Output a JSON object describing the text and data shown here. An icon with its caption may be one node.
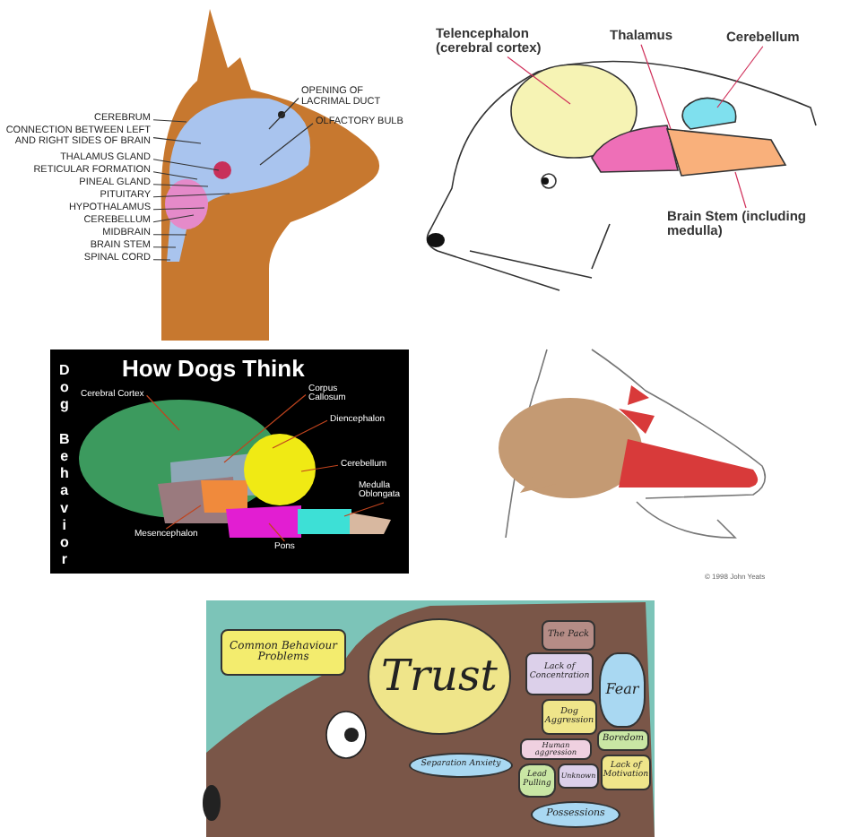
{
  "diagram": {
    "nodes": [
      {
        "text": [
          "CEREBRUM"
        ]
      },
      {
        "text": [
          "CONNECTION BETWEEN LEFT AND RIGHT SIDES OF BRAIN"
        ]
      },
      {
        "text": [
          "THALAMUS GLAND"
        ]
      },
      {
        "text": [
          "RETICULAR FORMATION"
        ]
      },
      {
        "text": [
          "PINEAL GLAND"
        ]
      },
      {
        "text": [
          "PITUITARY"
        ]
      },
      {
        "text": [
          "HYPOTHALAMUS"
        ]
      },
      {
        "text": [
          "CEREBELLUM"
        ]
      },
      {
        "text": [
          "MIDBRAIN"
        ]
      },
      {
        "text": [
          "BRAIN STEM"
        ]
      },
      {
        "text": [
          "SPINAL CORD"
        ]
      },
      {
        "text": [
          "OPENING OF LACRIMAL DUCT"
        ]
      },
      {
        "text": [
          "OLFACTORY BULB"
        ]
      },
      {
        "text": [
          "Telencephalon (cerebral cortex)"
        ]
      },
      {
        "text": [
          "Thalamus"
        ]
      },
      {
        "text": [
          "Cerebellum"
        ]
      },
      {
        "text": [
          "Brain Stem (including medulla)"
        ]
      },
      {
        "text": [
          "Cerebral Cortex"
        ]
      },
      {
        "text": [
          "Corpus Callosum"
        ]
      },
      {
        "text": [
          "Diencephalon"
        ]
      },
      {
        "text": [
          "Cerebellum"
        ]
      },
      {
        "text": [
          "Medulla Oblongata"
        ]
      },
      {
        "text": [
          "Mesencephalon"
        ]
      },
      {
        "text": [
          "Pons"
        ]
      },
      {
        "text": [
          "Common Behaviour Problems"
        ]
      },
      {
        "text": [
          "Trust"
        ]
      },
      {
        "text": [
          "The Pack"
        ]
      },
      {
        "text": [
          "Lack of Concentration"
        ]
      },
      {
        "text": [
          "Fear"
        ]
      },
      {
        "text": [
          "Dog Aggression"
        ]
      },
      {
        "text": [
          "Separation Anxiety"
        ]
      },
      {
        "text": [
          "Boredom"
        ]
      },
      {
        "text": [
          "Human aggression"
        ]
      },
      {
        "text": [
          "Lack of Motivation"
        ]
      },
      {
        "text": [
          "Lead Pulling"
        ]
      },
      {
        "text": [
          "Unknown"
        ]
      },
      {
        "text": [
          "Possessions"
        ]
      }
    ],
    "edges": [
      {
        "from": 0,
        "to": null,
        "arrow": "none"
      },
      {
        "from": 1,
        "to": null,
        "arrow": "none"
      },
      {
        "from": 2,
        "to": null,
        "arrow": "none"
      },
      {
        "from": 3,
        "to": null,
        "arrow": "none"
      },
      {
        "from": 4,
        "to": null,
        "arrow": "none"
      },
      {
        "from": 5,
        "to": null,
        "arrow": "none"
      },
      {
        "from": 6,
        "to": null,
        "arrow": "none"
      },
      {
        "from": 7,
        "to": null,
        "arrow": "none"
      },
      {
        "from": 8,
        "to": null,
        "arrow": "none"
      },
      {
        "from": 9,
        "to": null,
        "arrow": "none"
      },
      {
        "from": 10,
        "to": null,
        "arrow": "none"
      },
      {
        "from": 11,
        "to": null,
        "arrow": "none"
      },
      {
        "from": 12,
        "to": null,
        "arrow": "none"
      },
      {
        "from": 13,
        "to": null,
        "arrow": "none",
        "color": "#d0305a"
      },
      {
        "from": 14,
        "to": null,
        "arrow": "none",
        "color": "#d0305a"
      },
      {
        "from": 15,
        "to": null,
        "arrow": "none",
        "color": "#d0305a"
      },
      {
        "from": 16,
        "to": null,
        "arrow": "none",
        "color": "#d0305a"
      },
      {
        "from": 17,
        "to": null,
        "arrow": "none",
        "color": "#c0441e"
      },
      {
        "from": 18,
        "to": null,
        "arrow": "none",
        "color": "#c0441e"
      },
      {
        "from": 19,
        "to": null,
        "arrow": "none",
        "color": "#c0441e"
      },
      {
        "from": 20,
        "to": null,
        "arrow": "none",
        "color": "#c0441e"
      },
      {
        "from": 21,
        "to": null,
        "arrow": "none",
        "color": "#c0441e"
      },
      {
        "from": 22,
        "to": null,
        "arrow": "none",
        "color": "#c0441e"
      },
      {
        "from": 23,
        "to": null,
        "arrow": "none",
        "color": "#c0441e"
      }
    ],
    "labels": [
      "How Dogs Think",
      "Dog Behavior",
      "© 1998 John Yeats"
    ]
  }
}
